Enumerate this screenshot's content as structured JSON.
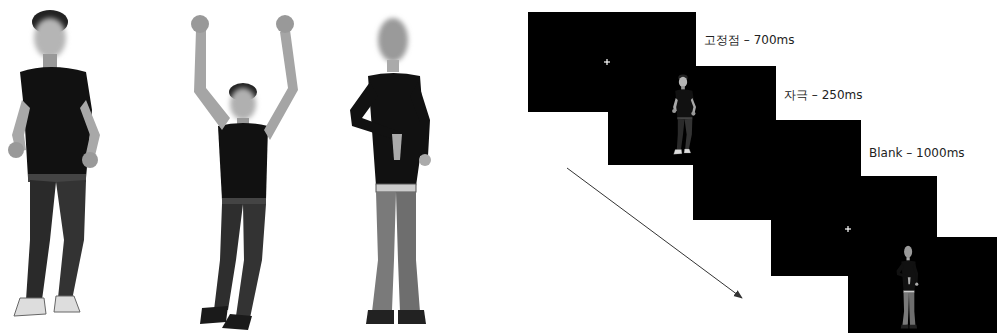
{
  "diagram": {
    "nodes": [
      {
        "text": [
          "고정점 – 700ms"
        ]
      },
      {
        "text": [
          "자극 – 250ms"
        ]
      },
      {
        "text": [
          "Blank – 1000ms"
        ]
      }
    ]
  }
}
